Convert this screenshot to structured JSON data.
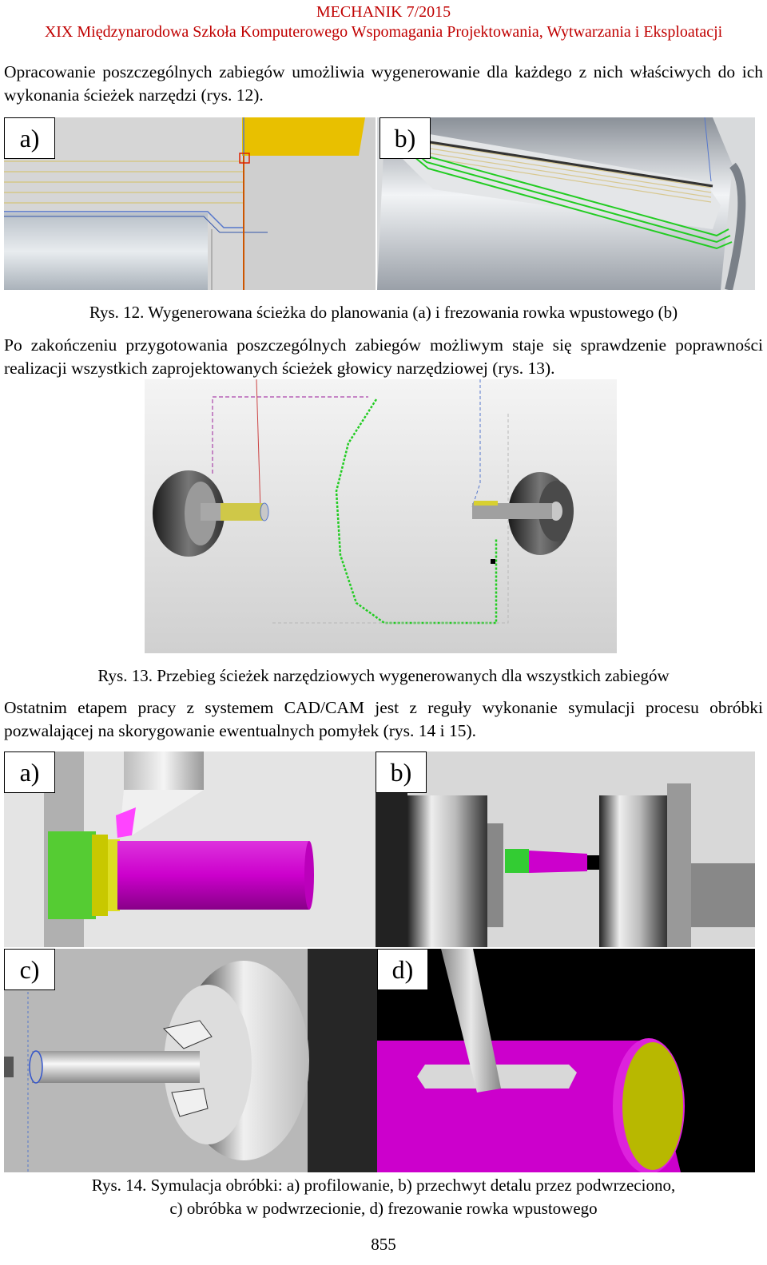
{
  "header": {
    "journal": "MECHANIK 7/2015",
    "conference": "XIX Międzynarodowa Szkoła Komputerowego Wspomagania Projektowania, Wytwarzania i Eksploatacji"
  },
  "paragraphs": [
    "Opracowanie poszczególnych zabiegów umożliwia wygenerowanie dla każdego z nich właściwych do ich wykonania ścieżek narzędzi (rys. 12).",
    "Po zakończeniu przygotowania poszczególnych zabiegów możliwym staje się sprawdzenie poprawności realizacji wszystkich zaprojektowanych ścieżek głowicy narzędziowej (rys. 13).",
    "Ostatnim etapem pracy z systemem CAD/CAM jest z reguły wykonanie symulacji procesu obróbki pozwalającej na skorygowanie ewentualnych pomyłek (rys. 14 i 15)."
  ],
  "figures": {
    "fig12": {
      "panel_labels": [
        "a)",
        "b)"
      ],
      "caption": "Rys. 12. Wygenerowana ścieżka do planowania (a) i frezowania rowka wpustowego (b)"
    },
    "fig13": {
      "caption": "Rys. 13. Przebieg ścieżek narzędziowych wygenerowanych dla wszystkich zabiegów"
    },
    "fig14": {
      "panel_labels": [
        "a)",
        "b)",
        "c)",
        "d)"
      ],
      "caption_line1": "Rys. 14. Symulacja obróbki: a) profilowanie, b) przechwyt detalu przez podwrzeciono,",
      "caption_line2": "c) obróbka w podwrzecionie, d) frezowanie rowka wpustowego"
    }
  },
  "page_number": "855",
  "colors": {
    "header_red": "#c00000",
    "toolpath_green": "#22cc22",
    "workpiece_magenta": "#cc00cc",
    "tool_yellow": "#e8c000"
  }
}
